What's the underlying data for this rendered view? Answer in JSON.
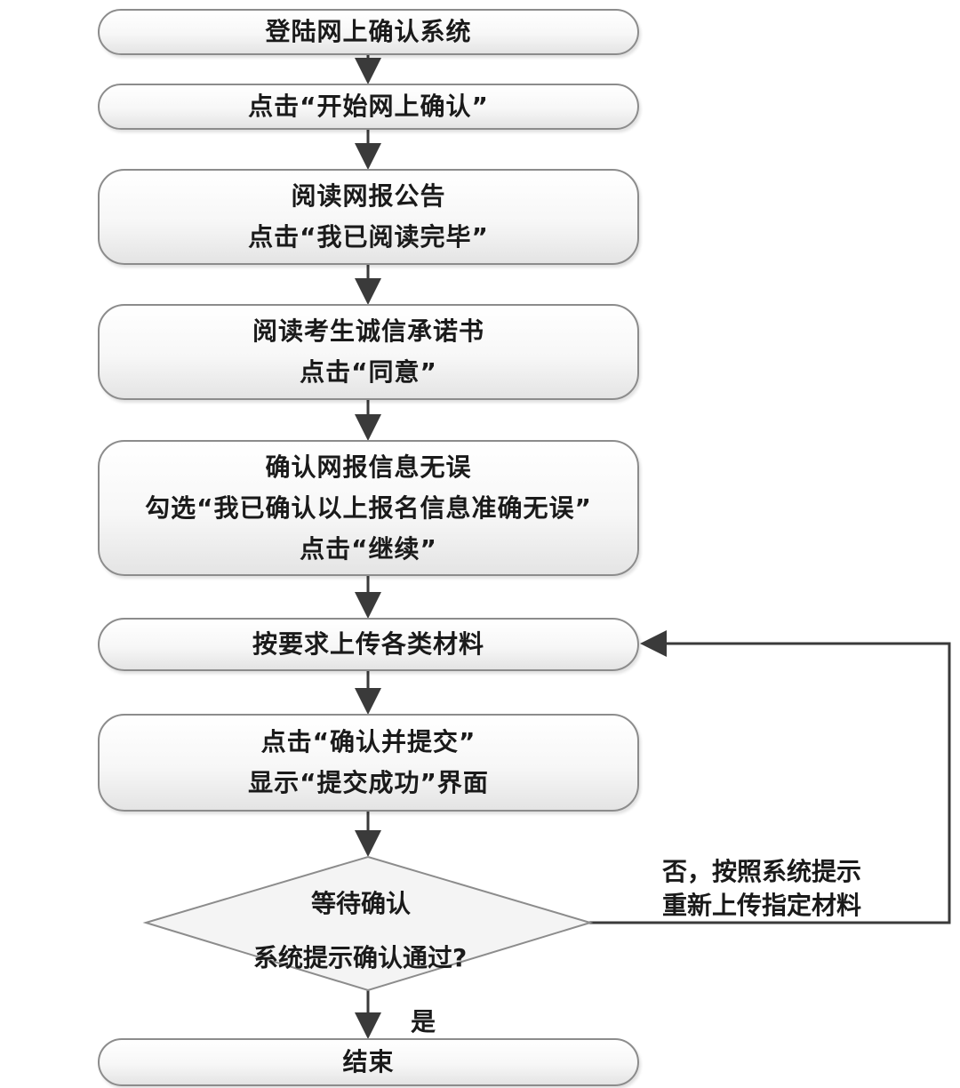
{
  "steps": [
    {
      "lines": [
        "登陆网上确认系统"
      ]
    },
    {
      "lines": [
        "点击“开始网上确认”"
      ]
    },
    {
      "lines": [
        "阅读网报公告",
        "点击“我已阅读完毕”"
      ]
    },
    {
      "lines": [
        "阅读考生诚信承诺书",
        "点击“同意”"
      ]
    },
    {
      "lines": [
        "确认网报信息无误",
        "勾选“我已确认以上报名信息准确无误”",
        "点击“继续”"
      ]
    },
    {
      "lines": [
        "按要求上传各类材料"
      ]
    },
    {
      "lines": [
        "点击“确认并提交”",
        "显示“提交成功”界面"
      ]
    }
  ],
  "decision": {
    "line1": "等待确认",
    "line2": "系统提示确认通过?"
  },
  "no_branch": {
    "line1": "否，按照系统提示",
    "line2": "重新上传指定材料"
  },
  "yes_label": "是",
  "end": {
    "label": "结束"
  },
  "colors": {
    "border": "#8c8c8c",
    "line": "#3a3a3a",
    "fill": "#f4f4f4"
  }
}
